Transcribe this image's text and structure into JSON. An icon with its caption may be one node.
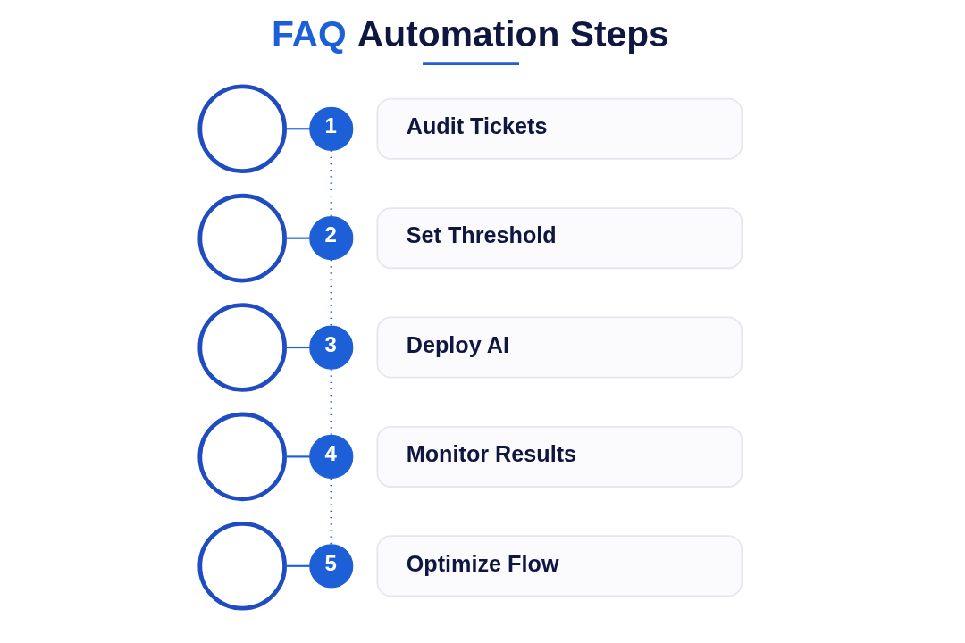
{
  "diagram": {
    "title": "FAQ Automation Steps",
    "nodes": [
      {
        "text": [],
        "shape": "circle"
      },
      {
        "text": [
          "1"
        ]
      },
      {
        "text": [
          "Audit Tickets"
        ]
      },
      {
        "text": [],
        "shape": "circle"
      },
      {
        "text": [
          "2"
        ]
      },
      {
        "text": [
          "Set Threshold"
        ]
      },
      {
        "text": [],
        "shape": "circle"
      },
      {
        "text": [
          "3"
        ]
      },
      {
        "text": [
          "Deploy AI"
        ]
      },
      {
        "text": [],
        "shape": "circle"
      },
      {
        "text": [
          "4"
        ]
      },
      {
        "text": [
          "Monitor Results"
        ]
      },
      {
        "text": [],
        "shape": "circle"
      },
      {
        "text": [
          "5"
        ]
      },
      {
        "text": [
          "Optimize Flow"
        ]
      }
    ],
    "edges": [
      {
        "from": 0,
        "to": 1,
        "arrow": "none"
      },
      {
        "from": 1,
        "to": 4,
        "arrow": "none",
        "style": "dashed"
      },
      {
        "from": 3,
        "to": 4,
        "arrow": "none"
      },
      {
        "from": 4,
        "to": 7,
        "arrow": "none",
        "style": "dashed"
      },
      {
        "from": 6,
        "to": 7,
        "arrow": "none"
      },
      {
        "from": 7,
        "to": 10,
        "arrow": "none",
        "style": "dashed"
      },
      {
        "from": 9,
        "to": 10,
        "arrow": "none"
      },
      {
        "from": 10,
        "to": 13,
        "arrow": "none",
        "style": "dashed"
      },
      {
        "from": 12,
        "to": 13,
        "arrow": "none"
      }
    ]
  }
}
